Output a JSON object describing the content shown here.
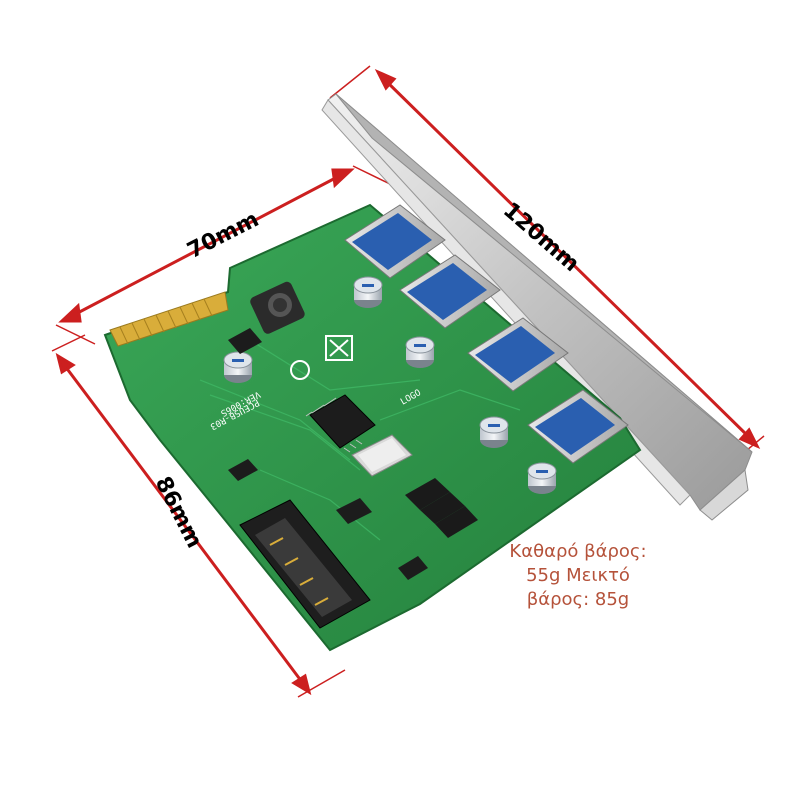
{
  "dimensions": {
    "width_label": "70mm",
    "height_label": "86mm",
    "length_label": "120mm"
  },
  "weight": {
    "line1": "Καθαρό βάρος:",
    "line2": "55g Μεικτό",
    "line3": "βάρος: 85g"
  },
  "pcb": {
    "label_1": "PCEUSB-R03",
    "label_2": "VER:006S",
    "label_3": "LOGO"
  },
  "colors": {
    "dimension_line": "#cc1f1f",
    "pcb_green": "#2f9a4a",
    "bracket_silver": "#c9c9c9",
    "usb_blue": "#2a5fb0",
    "weight_text": "#b5523a"
  }
}
